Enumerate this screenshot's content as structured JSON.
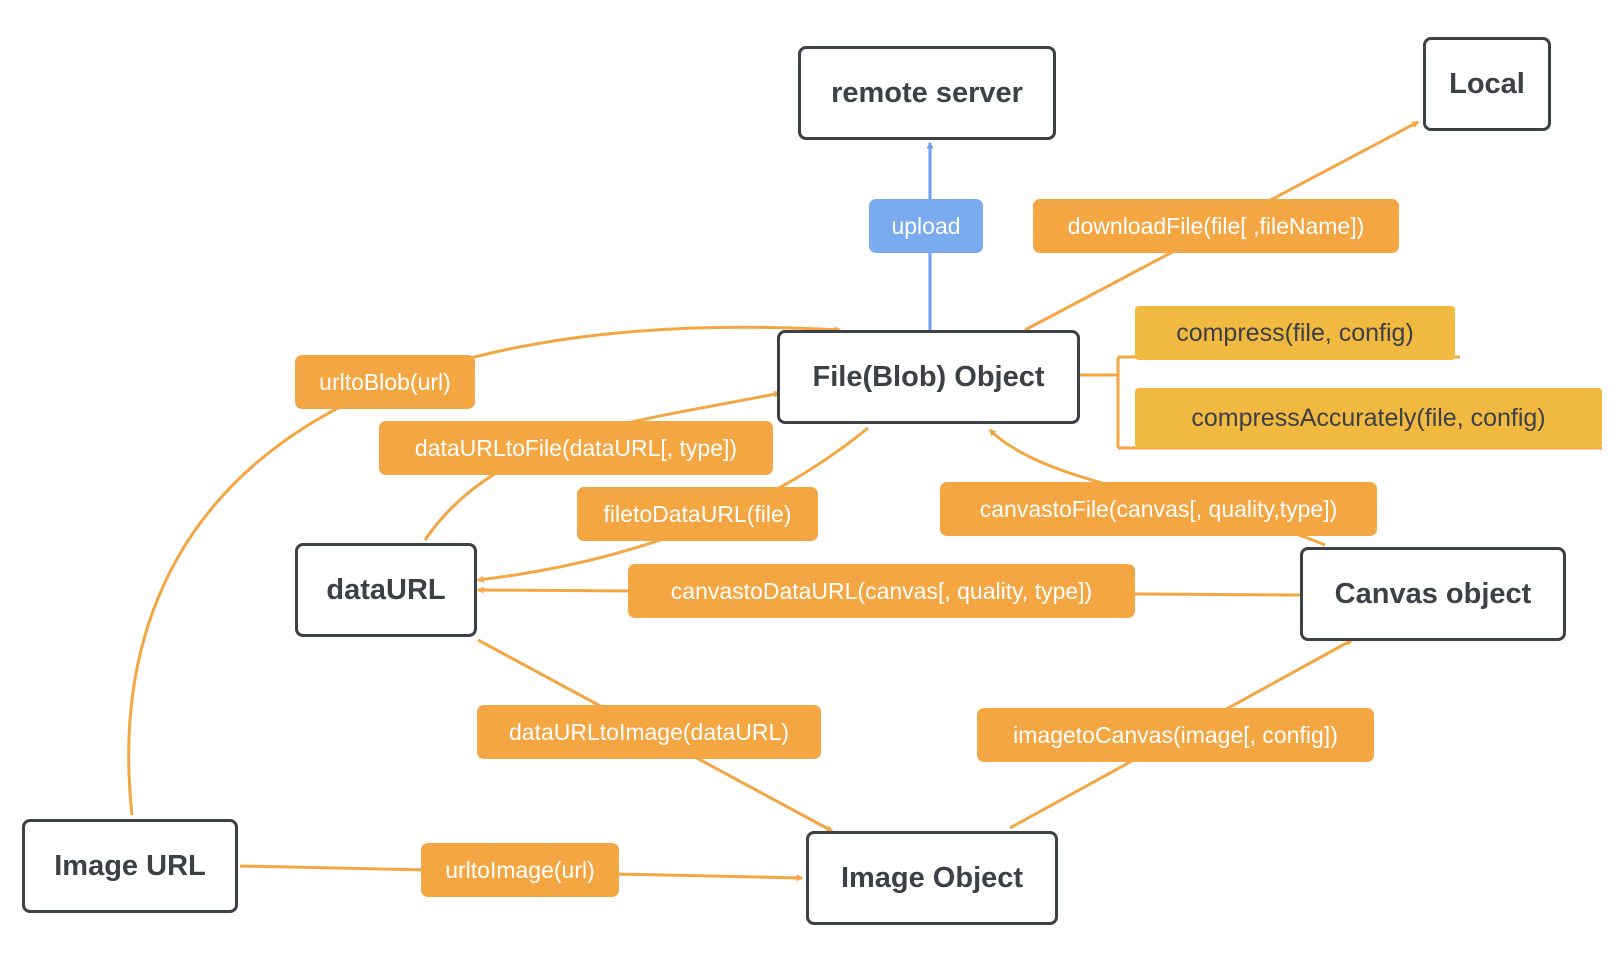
{
  "nodes": {
    "remote_server": "remote server",
    "local": "Local",
    "file_blob": "File(Blob) Object",
    "data_url": "dataURL",
    "canvas_object": "Canvas object",
    "image_url": "Image URL",
    "image_object": "Image Object"
  },
  "edges": {
    "upload": "upload",
    "download_file": "downloadFile(file[ ,fileName])",
    "compress": "compress(file, config)",
    "compress_accurately": "compressAccurately(file, config)",
    "url_to_blob": "urltoBlob(url)",
    "data_url_to_file": "dataURLtoFile(dataURL[, type])",
    "file_to_data_url": "filetoDataURL(file)",
    "canvas_to_file": "canvastoFile(canvas[, quality,type])",
    "canvas_to_data_url": "canvastoDataURL(canvas[, quality, type])",
    "data_url_to_image": "dataURLtoImage(dataURL)",
    "image_to_canvas": "imagetoCanvas(image[, config])",
    "url_to_image": "urltoImage(url)"
  },
  "colors": {
    "node_border": "#3c4047",
    "orange_edge": "#f3a642",
    "blue_edge": "#6f9ff0",
    "compress_box": "#f2b941"
  }
}
